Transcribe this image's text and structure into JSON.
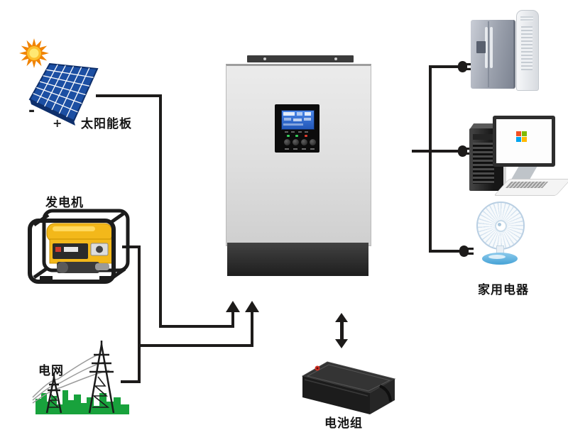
{
  "diagram_type": "solar-inverter-system-connection-diagram",
  "labels": {
    "solar_panel": "太阳能板",
    "generator": "发电机",
    "power_grid": "电网",
    "household_appliances": "家用电器",
    "battery_pack": "电池组",
    "panel_terminal_minus": "-",
    "panel_terminal_plus": "+"
  },
  "icons": [
    "sun-icon",
    "solar-panel-icon",
    "generator-icon",
    "power-grid-icon",
    "inverter-device-icon",
    "lcd-screen",
    "plug-icon",
    "refrigerator-icon",
    "air-conditioner-icon",
    "computer-icon",
    "windows-logo",
    "fan-icon",
    "battery-icon",
    "up-arrow-icon",
    "double-arrow-icon"
  ],
  "colors": {
    "line": "#1d1b1a",
    "solar_blue": "#1c4fa3",
    "sun_orange": "#f08300",
    "generator_yellow": "#f3b81a",
    "grid_green": "#18a23c",
    "inverter_body_gray": "#dedede",
    "inverter_base_black": "#262626",
    "lcd_blue": "#2f6fd6",
    "fan_base_blue": "#5bb6e8",
    "battery_black": "#1c1c1c"
  }
}
